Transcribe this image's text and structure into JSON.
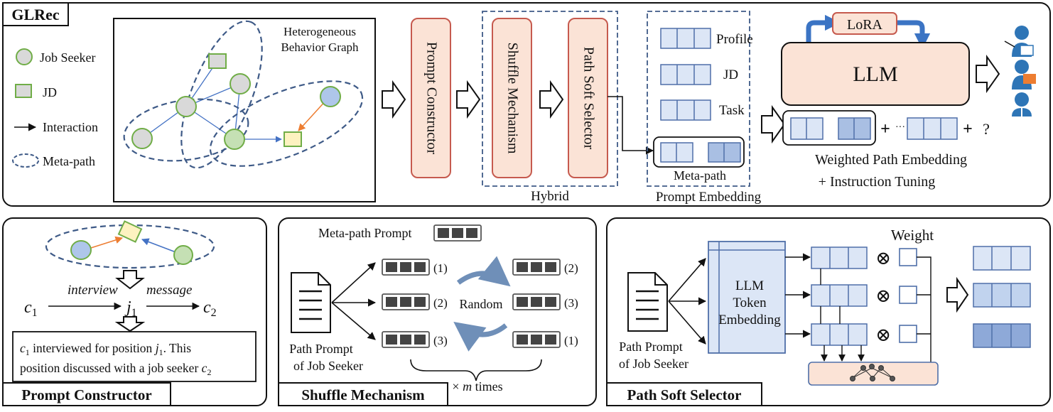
{
  "colors": {
    "peach": "#fbe3d6",
    "peach_stroke": "#c65a4e",
    "dash_blue": "#3e5a87",
    "cell_light": "#dce6f6",
    "cell_mid": "#a9bfe3",
    "cell_stroke": "#4f6fa8",
    "node_gray": "#d9d9d9",
    "node_green": "#70ad47",
    "node_blue": "#aec6ea",
    "jd_yellow": "#fdf2c0",
    "edge_blue": "#4472c4",
    "edge_orange": "#ed7d31",
    "arrow_blue": "#3b74c4"
  },
  "top": {
    "title": "GLRec",
    "legend": {
      "job_seeker": "Job Seeker",
      "jd": "JD",
      "interaction": "Interaction",
      "meta_path": "Meta-path"
    },
    "graph_title_line1": "Heterogeneous",
    "graph_title_line2": "Behavior Graph",
    "prompt_constructor": "Prompt Constructor",
    "shuffle_mechanism": "Shuffle Mechanism",
    "path_soft_selector": "Path Soft Selector",
    "hybrid": "Hybrid",
    "prompt_embedding_items": [
      "Profile",
      "JD",
      "Task"
    ],
    "meta_path_label": "Meta-path",
    "prompt_embedding_label": "Prompt Embedding",
    "lora": "LoRA",
    "llm": "LLM",
    "plus1": "+",
    "dots": "···",
    "plus2": "+",
    "question": "?",
    "weighted_line1": "Weighted Path Embedding",
    "weighted_line2": "+ Instruction Tuning"
  },
  "pc_panel": {
    "title": "Prompt Constructor",
    "interview": "interview",
    "message": "message",
    "c1": "c",
    "c1_sub": "1",
    "j1": "j",
    "j1_sub": "1",
    "c2": "c",
    "c2_sub": "2",
    "desc1_pre": "c",
    "desc1_sub": "1",
    "desc1_mid": " interviewed for position ",
    "desc1_j": "j",
    "desc1_jsub": "1",
    "desc1_post": ". This",
    "desc2_pre": "position discussed with a job seeker ",
    "desc2_c": "c",
    "desc2_csub": "2"
  },
  "shuffle_panel": {
    "title": "Shuffle Mechanism",
    "meta_path_prompt": "Meta-path Prompt",
    "left_labels": [
      "(1)",
      "(2)",
      "(3)"
    ],
    "right_labels": [
      "(2)",
      "(3)",
      "(1)"
    ],
    "random": "Random",
    "path_prompt_line1": "Path Prompt",
    "path_prompt_line2": "of Job Seeker",
    "times_pre": "× ",
    "times_m": "m",
    "times_post": " times"
  },
  "pss_panel": {
    "title": "Path Soft Selector",
    "weight": "Weight",
    "token_line1": "LLM",
    "token_line2": "Token",
    "token_line3": "Embedding",
    "otimes": "⊗",
    "path_prompt_line1": "Path Prompt",
    "path_prompt_line2": "of Job Seeker"
  }
}
